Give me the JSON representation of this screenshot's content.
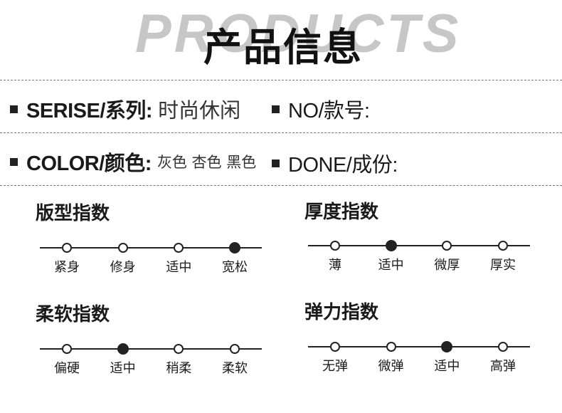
{
  "header": {
    "background_word": "PRODUCTS",
    "title": "产品信息"
  },
  "info": {
    "series": {
      "label": "SERISE/系列:",
      "value": "时尚休闲"
    },
    "no": {
      "label": "NO/款号:",
      "value": ""
    },
    "color": {
      "label": "COLOR/颜色:",
      "value": "灰色 杏色 黑色"
    },
    "done": {
      "label": "DONE/成份:",
      "value": ""
    }
  },
  "scales": {
    "fit": {
      "title": "版型指数",
      "options": [
        "紧身",
        "修身",
        "适中",
        "宽松"
      ],
      "selected_index": 3
    },
    "thickness": {
      "title": "厚度指数",
      "options": [
        "薄",
        "适中",
        "微厚",
        "厚实"
      ],
      "selected_index": 1
    },
    "softness": {
      "title": "柔软指数",
      "options": [
        "偏硬",
        "适中",
        "稍柔",
        "柔软"
      ],
      "selected_index": 1
    },
    "elasticity": {
      "title": "弹力指数",
      "options": [
        "无弹",
        "微弹",
        "适中",
        "高弹"
      ],
      "selected_index": 2
    }
  },
  "colors": {
    "text": "#1a1a1a",
    "watermark": "#c7c7c7",
    "divider": "#777777"
  }
}
